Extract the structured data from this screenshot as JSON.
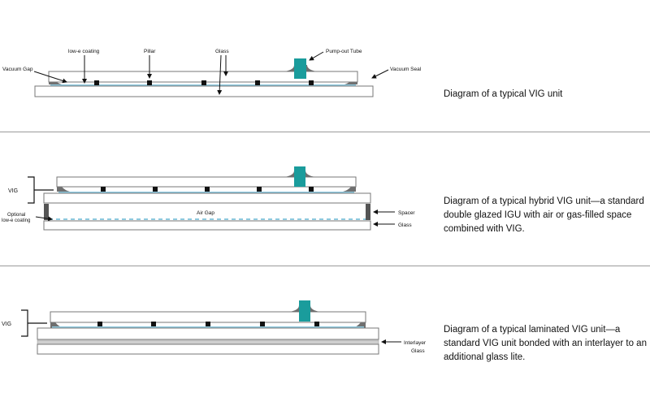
{
  "colors": {
    "glass_fill": "#ffffff",
    "glass_stroke": "#777777",
    "lowe_coating": "#8ec9df",
    "pillar": "#111111",
    "pump_out_tube": "#1a9c9c",
    "seal": "#6f6f6f",
    "spacer": "#555555",
    "interlayer": "#cfcfcf",
    "divider": "#9a9a9a"
  },
  "diagrams": [
    {
      "caption": "Diagram of a typical VIG unit",
      "labels": {
        "vacuum_gap": "Vacuum Gap",
        "lowe_coating": "low-e coating",
        "pillar": "Pillar",
        "glass": "Glass",
        "pump_out_tube": "Pump-out Tube",
        "vacuum_seal": "Vacuum Seal"
      }
    },
    {
      "caption": "Diagram of a typical hybrid VIG unit—a standard double glazed IGU with air or gas-filled space combined with VIG.",
      "labels": {
        "vig": "VIG",
        "air_gap": "Air Gap",
        "optional_lowe_line1": "Optional",
        "optional_lowe_line2": "low-e coating",
        "spacer": "Spacer",
        "glass": "Glass"
      }
    },
    {
      "caption": "Diagram of a typical laminated VIG unit—a standard VIG unit bonded with an interlayer to an additional glass lite.",
      "labels": {
        "vig": "VIG",
        "interlayer": "Interlayer",
        "glass": "Glass"
      }
    }
  ]
}
